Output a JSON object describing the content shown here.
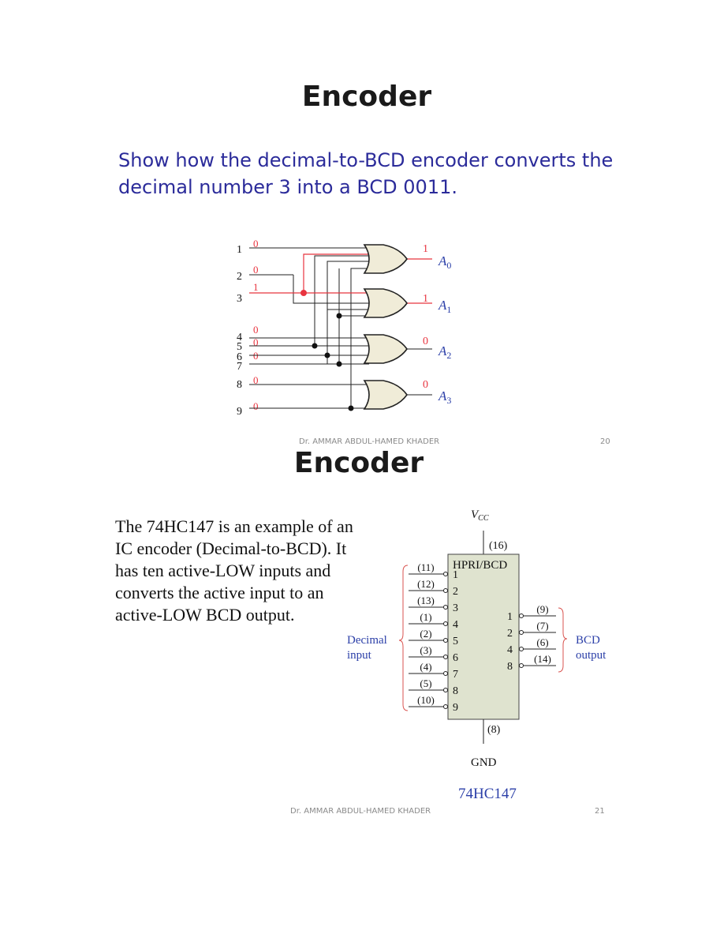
{
  "slide1": {
    "title": "Encoder",
    "question_line1": "Show how the decimal-to-BCD encoder converts the",
    "question_line2": "decimal number 3 into a BCD 0011.",
    "footer_author": "Dr. AMMAR ABDUL-HAMED KHADER",
    "footer_page": "20",
    "diagram": {
      "input_labels": [
        "1",
        "2",
        "3",
        "4",
        "5",
        "6",
        "7",
        "8",
        "9"
      ],
      "input_values": [
        "0",
        "0",
        "1",
        "0",
        "0",
        "0",
        "0",
        "0"
      ],
      "output_values": [
        "1",
        "1",
        "0",
        "0"
      ],
      "output_names": [
        "A",
        "A",
        "A",
        "A"
      ],
      "output_subscripts": [
        "0",
        "1",
        "2",
        "3"
      ],
      "colors": {
        "active": "#e8343f",
        "wire": "#222222",
        "gate_fill": "#f0ecd8",
        "output_label": "#2b3fa8"
      }
    }
  },
  "slide2": {
    "title": "Encoder",
    "body_lines": [
      "The 74HC147 is an example of an",
      "IC encoder (Decimal-to-BCD). It",
      "has ten active-LOW inputs and",
      "converts the active input to an",
      "active-LOW BCD output."
    ],
    "footer_author": "Dr. AMMAR ABDUL-HAMED KHADER",
    "footer_page": "21",
    "ic": {
      "vcc_label": "V",
      "vcc_subscript": "CC",
      "vcc_pin": "(16)",
      "chip_label": "HPRI/BCD",
      "input_pins": [
        "(11)",
        "(12)",
        "(13)",
        "(1)",
        "(2)",
        "(3)",
        "(4)",
        "(5)",
        "(10)"
      ],
      "input_numbers": [
        "1",
        "2",
        "3",
        "4",
        "5",
        "6",
        "7",
        "8",
        "9"
      ],
      "output_numbers": [
        "1",
        "2",
        "4",
        "8"
      ],
      "output_pins": [
        "(9)",
        "(7)",
        "(6)",
        "(14)"
      ],
      "decimal_label_line1": "Decimal",
      "decimal_label_line2": "input",
      "bcd_label_line1": "BCD",
      "bcd_label_line2": "output",
      "gnd_pin": "(8)",
      "gnd_label": "GND",
      "part_name": "74HC147",
      "colors": {
        "chip_fill": "#dfe3cf",
        "bracket": "#d9534f",
        "label": "#2b3fa8"
      }
    }
  }
}
